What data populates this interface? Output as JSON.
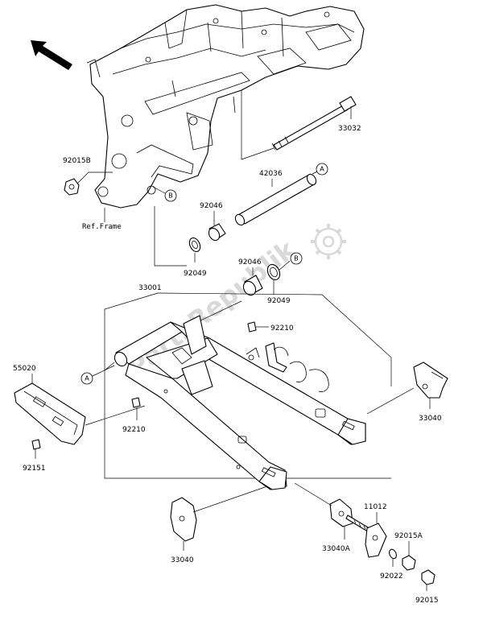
{
  "watermark": "PartsRepublik",
  "frame_ref": "Ref.Frame",
  "part_numbers": {
    "p33032": "33032",
    "p92015B": "92015B",
    "p42036": "42036",
    "p92046_top": "92046",
    "p92049_top": "92049",
    "p92046_mid": "92046",
    "p92049_mid": "92049",
    "p33001": "33001",
    "p92210_top": "92210",
    "p55020": "55020",
    "p92210_left": "92210",
    "p92151": "92151",
    "p33040_right": "33040",
    "p33040_bottom": "33040",
    "p33040A": "33040A",
    "p11012": "11012",
    "p92015A": "92015A",
    "p92022": "92022",
    "p92015": "92015"
  },
  "callouts": {
    "a1": "A",
    "a2": "A",
    "b1": "B",
    "b2": "B"
  },
  "icons": [
    "direction-arrow-icon",
    "gear-watermark-icon"
  ]
}
